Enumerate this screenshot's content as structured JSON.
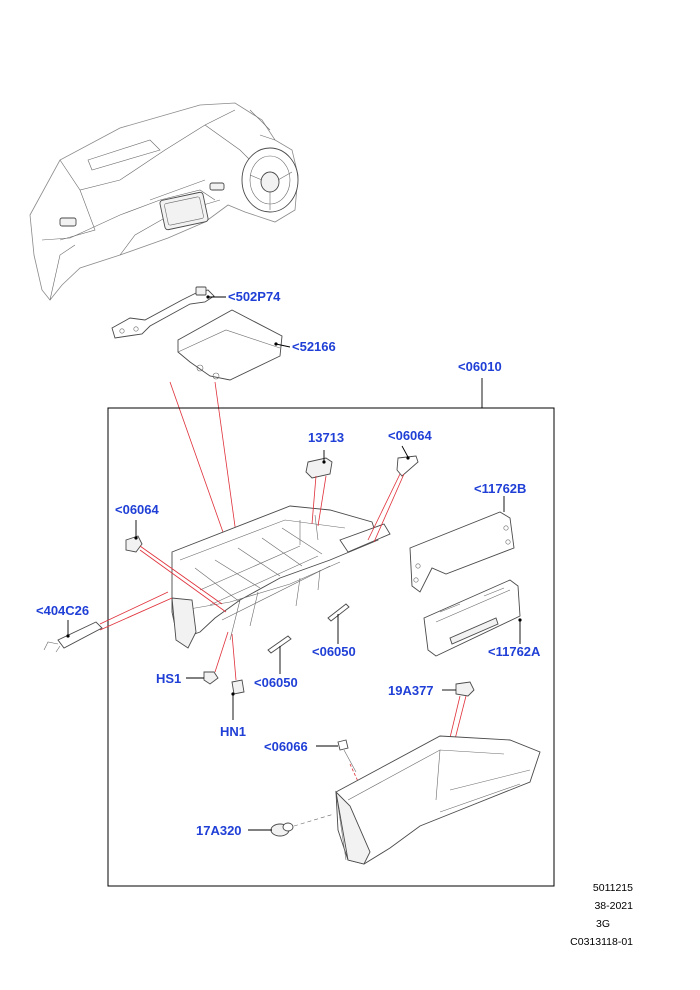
{
  "callouts": {
    "c502P74": "<502P74",
    "c52166": "<52166",
    "c06010": "<06010",
    "c13713": "13713",
    "c06064_top": "<06064",
    "c06064_left": "<06064",
    "c11762B": "<11762B",
    "c404C26": "<404C26",
    "c06050_right": "<06050",
    "c06050_left": "<06050",
    "c11762A": "<11762A",
    "cHS1": "HS1",
    "cHN1": "HN1",
    "c19A377": "19A377",
    "c06066": "<06066",
    "c17A320": "17A320"
  },
  "reference": {
    "line1": "5011215",
    "line2": "38-2021",
    "line3": "3G",
    "line4": "C0313118-01"
  },
  "colors": {
    "callout": "#1f3fd6",
    "connector": "#e0303a",
    "outline": "#4a4a4a"
  }
}
